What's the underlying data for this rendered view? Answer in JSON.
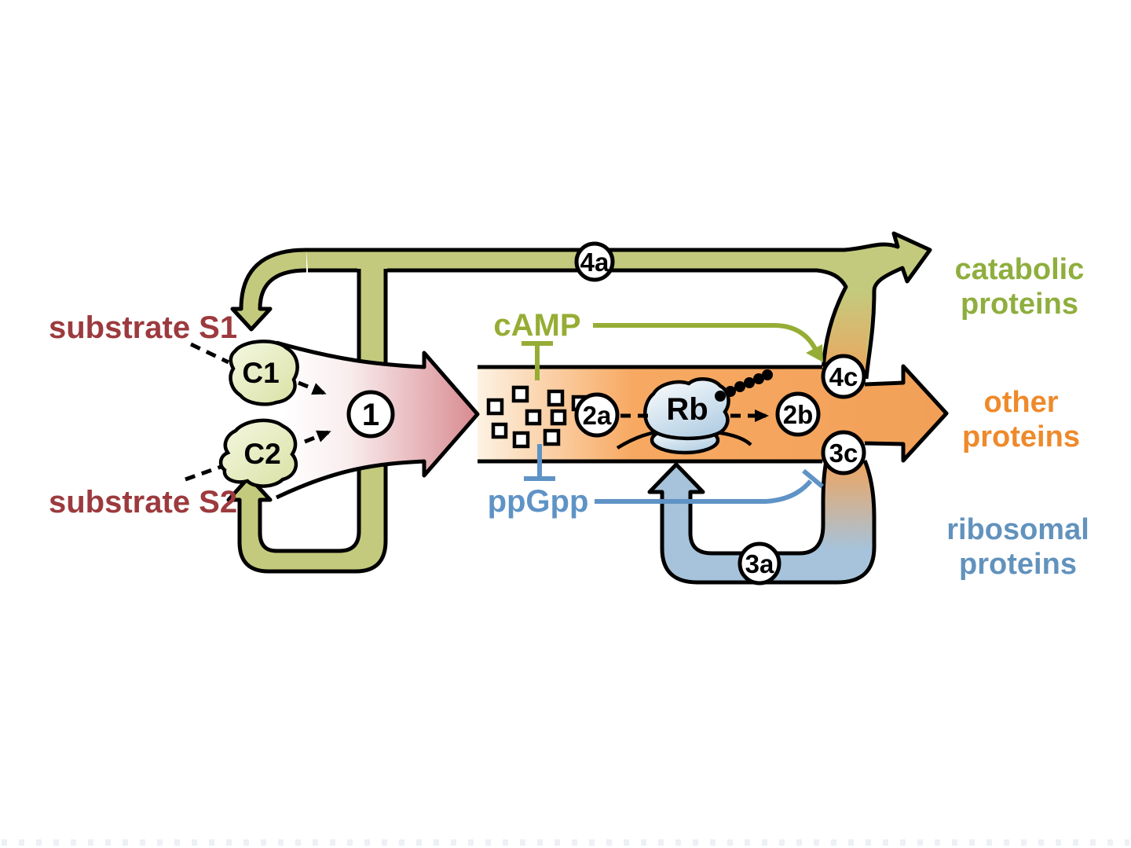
{
  "title": "metabolic flux regulation diagram",
  "left": {
    "substrate_s1": "substrate S1",
    "substrate_s2": "substrate S2",
    "enzyme1": "C1",
    "enzyme2": "C2"
  },
  "signals": {
    "camp": "cAMP",
    "ppgpp": "ppGpp"
  },
  "ribosome": {
    "label": "Rb"
  },
  "steps": {
    "s1": "1",
    "s2a": "2a",
    "s2b": "2b",
    "s3a": "3a",
    "s3c": "3c",
    "s4a": "4a",
    "s4c": "4c"
  },
  "outputs": {
    "catabolic_line1": "catabolic",
    "catabolic_line2": "proteins",
    "other_line1": "other",
    "other_line2": "proteins",
    "ribosomal_line1": "ribosomal",
    "ribosomal_line2": "proteins"
  },
  "colors": {
    "olive_arrow": "#c3ca7d",
    "olive_label": "#8fae3e",
    "camp_signal": "#96ad35",
    "blue_arrow": "#a6c3db",
    "ribosomal_label": "#6292bd",
    "ppgpp_signal": "#5f93c6",
    "substrate_label": "#9c3a3e",
    "orange_band": "#f6a65f",
    "other_label": "#ee8a2b",
    "pink_arrow": "#d98f95",
    "outline": "#000000"
  }
}
